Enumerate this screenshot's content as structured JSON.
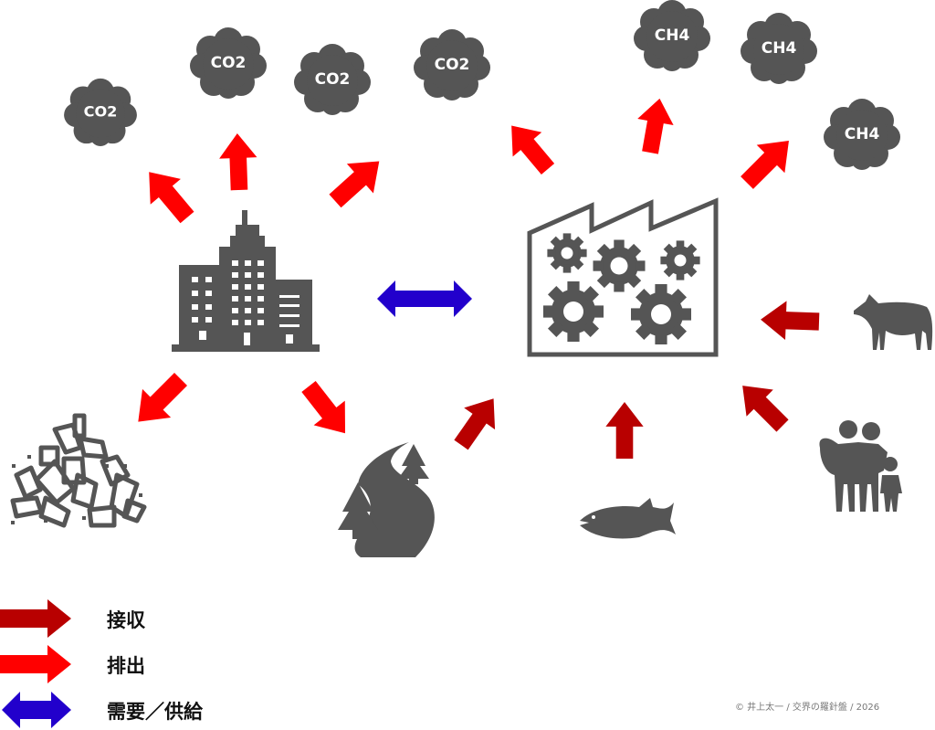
{
  "colors": {
    "icon": "#555555",
    "absorb": "#b80000",
    "emit": "#ff0000",
    "supply_demand": "#2200cc"
  },
  "clouds": [
    {
      "label": "CO2",
      "source": "city"
    },
    {
      "label": "CO2",
      "source": "city"
    },
    {
      "label": "CO2",
      "source": "city"
    },
    {
      "label": "CO2",
      "source": "factory"
    },
    {
      "label": "CH4",
      "source": "factory"
    },
    {
      "label": "CH4",
      "source": "factory"
    },
    {
      "label": "CH4",
      "source": "factory"
    }
  ],
  "nodes": {
    "city": "city-buildings",
    "factory": "factory-gears",
    "waste": "garbage-pile",
    "river": "river-forest",
    "fish": "fish",
    "cattle": "cow",
    "people": "family"
  },
  "legend": [
    {
      "type": "absorb",
      "label": "接収"
    },
    {
      "type": "emit",
      "label": "排出"
    },
    {
      "type": "supply_demand",
      "label": "需要／供給"
    }
  ],
  "credit": "© 井上太一 / 交界の羅針盤 / 2026"
}
